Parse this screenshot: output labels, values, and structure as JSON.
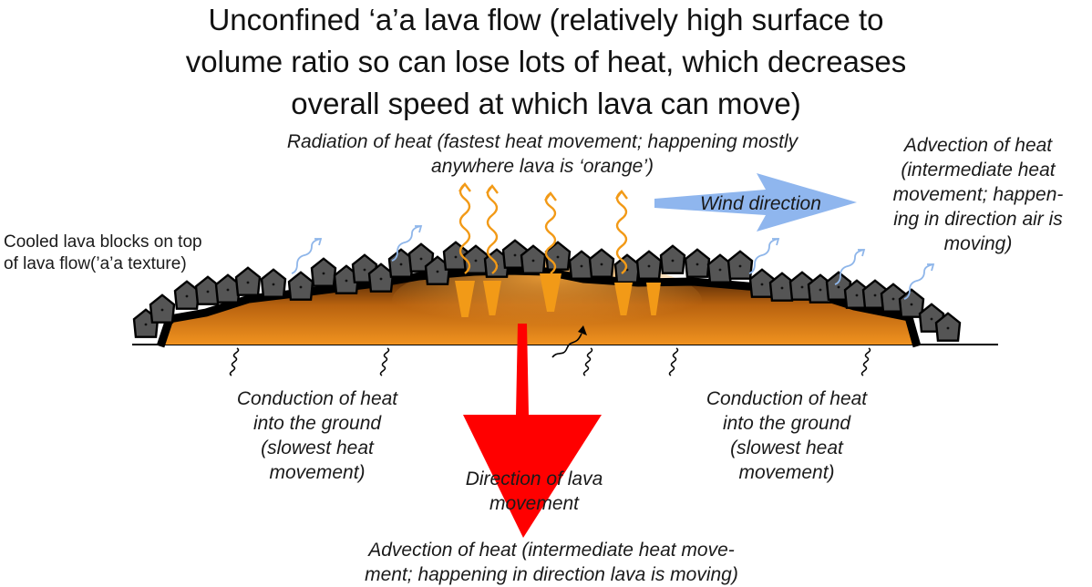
{
  "title": {
    "lines": [
      "Unconfined ‘a’a lava flow (relatively high surface  to",
      "volume ratio so can lose lots of heat, which decreases",
      "overall speed at which lava can move)"
    ]
  },
  "labels": {
    "radiation": [
      "Radiation of heat (fastest heat movement; happening mostly",
      "anywhere lava is ‘orange’)"
    ],
    "advection_air": [
      "Advection of heat",
      "(intermediate heat",
      "movement; happen-",
      "ing in direction air is",
      "moving)"
    ],
    "wind": "Wind direction",
    "cooled_blocks": [
      "Cooled lava blocks on top",
      "of lava flow(’a’a texture)"
    ],
    "conduction_left": [
      "Conduction of heat",
      "into the ground",
      "(slowest heat",
      "movement)"
    ],
    "conduction_right": [
      "Conduction of heat",
      "into the ground",
      "(slowest heat",
      "movement)"
    ],
    "lava_direction": [
      "Direction of lava",
      "movement"
    ],
    "advection_lava": [
      "Advection of heat (intermediate heat move-",
      "ment; happening in direction lava is moving)"
    ]
  },
  "colors": {
    "lava_orange": "#f0921f",
    "lava_dark": "#3a1c05",
    "crust": "#000000",
    "block_fill": "#555555",
    "radiation_arrow": "#f29a17",
    "advection_air_arrow": "#8fb6ea",
    "wind_arrow": "#8fb6ee",
    "lava_direction_arrow": "#ff0000",
    "ground_line": "#000000"
  }
}
